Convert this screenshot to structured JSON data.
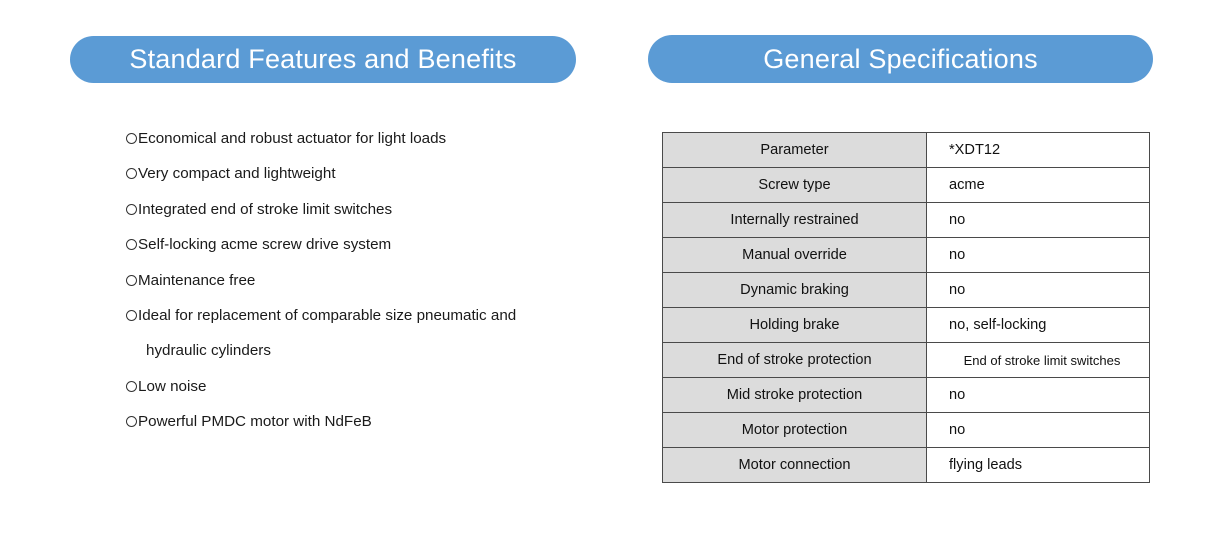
{
  "banners": {
    "features_title": "Standard Features and Benefits",
    "specs_title": "General Specifications"
  },
  "colors": {
    "banner_blue": "#5b9bd5",
    "table_header_gray": "#dcdcdc",
    "table_border": "#4a4a4a",
    "banner_text": "#ffffff"
  },
  "features": {
    "bullet_glyph": "circle-outline",
    "items": [
      {
        "text": "Economical and robust actuator for light loads",
        "continuation": false
      },
      {
        "text": "Very compact and lightweight",
        "continuation": false
      },
      {
        "text": "Integrated end of stroke limit switches",
        "continuation": false
      },
      {
        "text": "Self-locking acme screw drive system",
        "continuation": false
      },
      {
        "text": "Maintenance free",
        "continuation": false
      },
      {
        "text": "Ideal for replacement of comparable size pneumatic and",
        "continuation": false
      },
      {
        "text": "hydraulic cylinders",
        "continuation": true
      },
      {
        "text": "Low noise",
        "continuation": false
      },
      {
        "text": "Powerful PMDC motor with NdFeB",
        "continuation": false
      }
    ]
  },
  "specs": {
    "rows": [
      {
        "parameter": "Parameter",
        "value": "*XDT12",
        "compact": false
      },
      {
        "parameter": "Screw type",
        "value": "acme",
        "compact": false
      },
      {
        "parameter": "Internally restrained",
        "value": "no",
        "compact": false
      },
      {
        "parameter": "Manual override",
        "value": "no",
        "compact": false
      },
      {
        "parameter": "Dynamic braking",
        "value": "no",
        "compact": false
      },
      {
        "parameter": "Holding brake",
        "value": "no, self-locking",
        "compact": false
      },
      {
        "parameter": "End of stroke protection",
        "value": "End of stroke limit switches",
        "compact": true
      },
      {
        "parameter": "Mid stroke protection",
        "value": "no",
        "compact": false
      },
      {
        "parameter": "Motor protection",
        "value": "no",
        "compact": false
      },
      {
        "parameter": "Motor connection",
        "value": "flying leads",
        "compact": false
      }
    ]
  }
}
